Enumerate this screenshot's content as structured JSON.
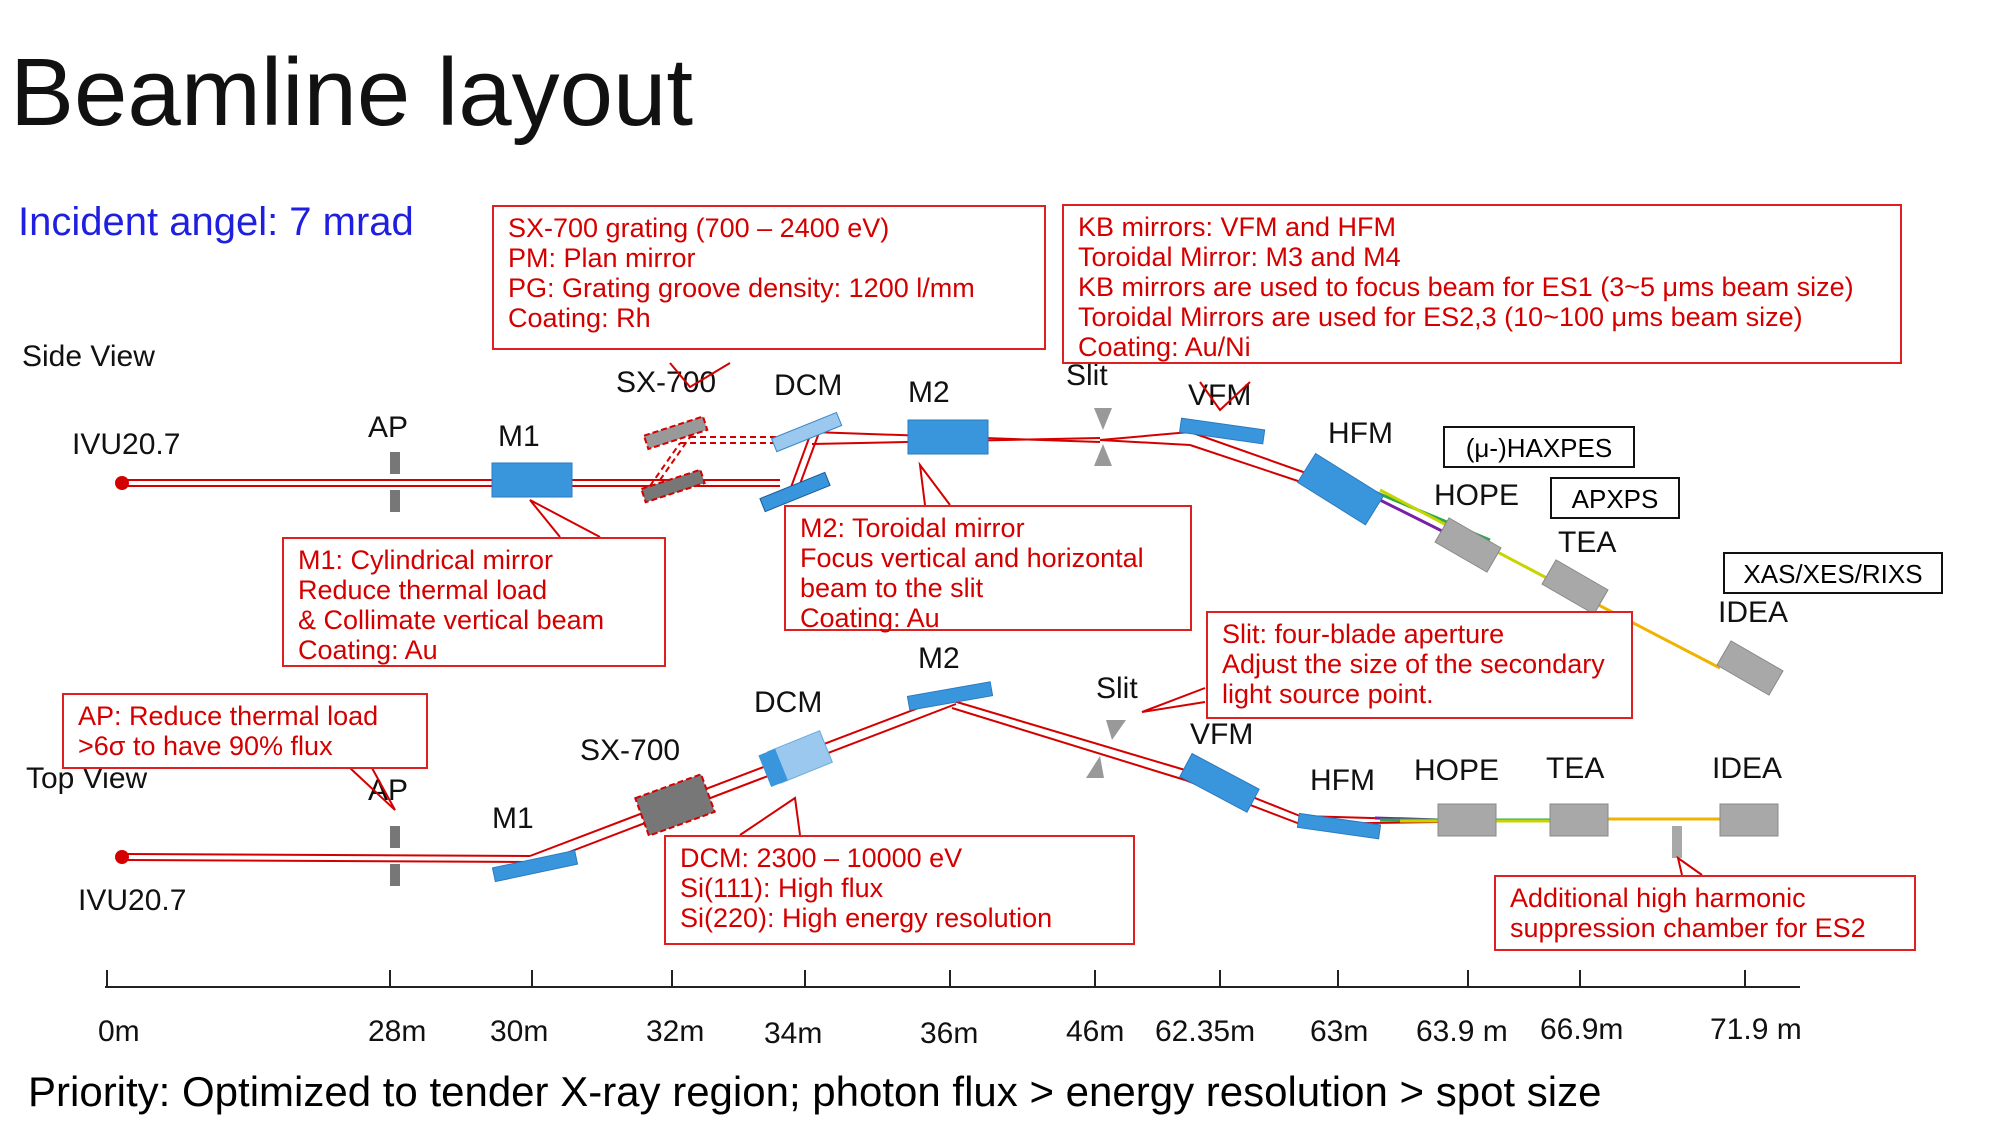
{
  "title": "Beamline layout",
  "subtitle": "Incident angel: 7 mrad",
  "side_view": {
    "label": "Side View",
    "labels": {
      "source": "IVU20.7",
      "ap": "AP",
      "m1": "M1",
      "sx700": "SX-700",
      "dcm": "DCM",
      "m2": "M2",
      "slit": "Slit",
      "vfm": "VFM",
      "hfm": "HFM",
      "hope": "HOPE",
      "tea": "TEA",
      "idea": "IDEA"
    },
    "endstations": {
      "haxpes": "(μ-)HAXPES",
      "apxps": "APXPS",
      "xas": "XAS/XES/RIXS"
    }
  },
  "top_view": {
    "label": "Top View",
    "labels": {
      "source": "IVU20.7",
      "ap": "AP",
      "m1": "M1",
      "sx700": "SX-700",
      "dcm": "DCM",
      "m2": "M2",
      "slit": "Slit",
      "vfm": "VFM",
      "hfm": "HFM",
      "hope": "HOPE",
      "tea": "TEA",
      "idea": "IDEA"
    }
  },
  "callouts": {
    "sx700": [
      "SX-700 grating (700 – 2400 eV)",
      "PM: Plan mirror",
      "PG: Grating groove density: 1200 l/mm",
      "Coating: Rh"
    ],
    "kb": [
      "KB mirrors: VFM and HFM",
      "Toroidal Mirror: M3 and M4",
      "KB mirrors are used to focus beam for ES1 (3~5 μms beam size)",
      "Toroidal Mirrors are used for ES2,3 (10~100 μms beam size)",
      "Coating: Au/Ni"
    ],
    "m1": [
      "M1: Cylindrical mirror",
      "Reduce thermal load",
      "& Collimate vertical beam",
      "Coating: Au"
    ],
    "m2": [
      "M2: Toroidal mirror",
      "Focus vertical and horizontal",
      "beam to the slit",
      "Coating: Au"
    ],
    "slit": [
      "Slit: four-blade aperture",
      "Adjust the size of the secondary",
      "light source point."
    ],
    "ap": [
      "AP: Reduce thermal load",
      ">6σ to have 90% flux"
    ],
    "dcm": [
      "DCM: 2300 – 10000 eV",
      "Si(111): High flux",
      "Si(220): High energy resolution"
    ],
    "harmonic": [
      "Additional high harmonic",
      "suppression chamber for ES2"
    ]
  },
  "axis": {
    "ticks": [
      "0m",
      "28m",
      "30m",
      "32m",
      "34m",
      "36m",
      "46m",
      "62.35m",
      "63m",
      "63.9 m",
      "66.9m",
      "71.9 m"
    ]
  },
  "priority": "Priority: Optimized to tender X-ray region; photon flux > energy resolution > spot size",
  "colors": {
    "beam": "#d40000",
    "mirror": "#3a96dc",
    "chamber": "#a8a8a8",
    "callout": "#d40000",
    "subtitle": "#1f1fe0"
  }
}
